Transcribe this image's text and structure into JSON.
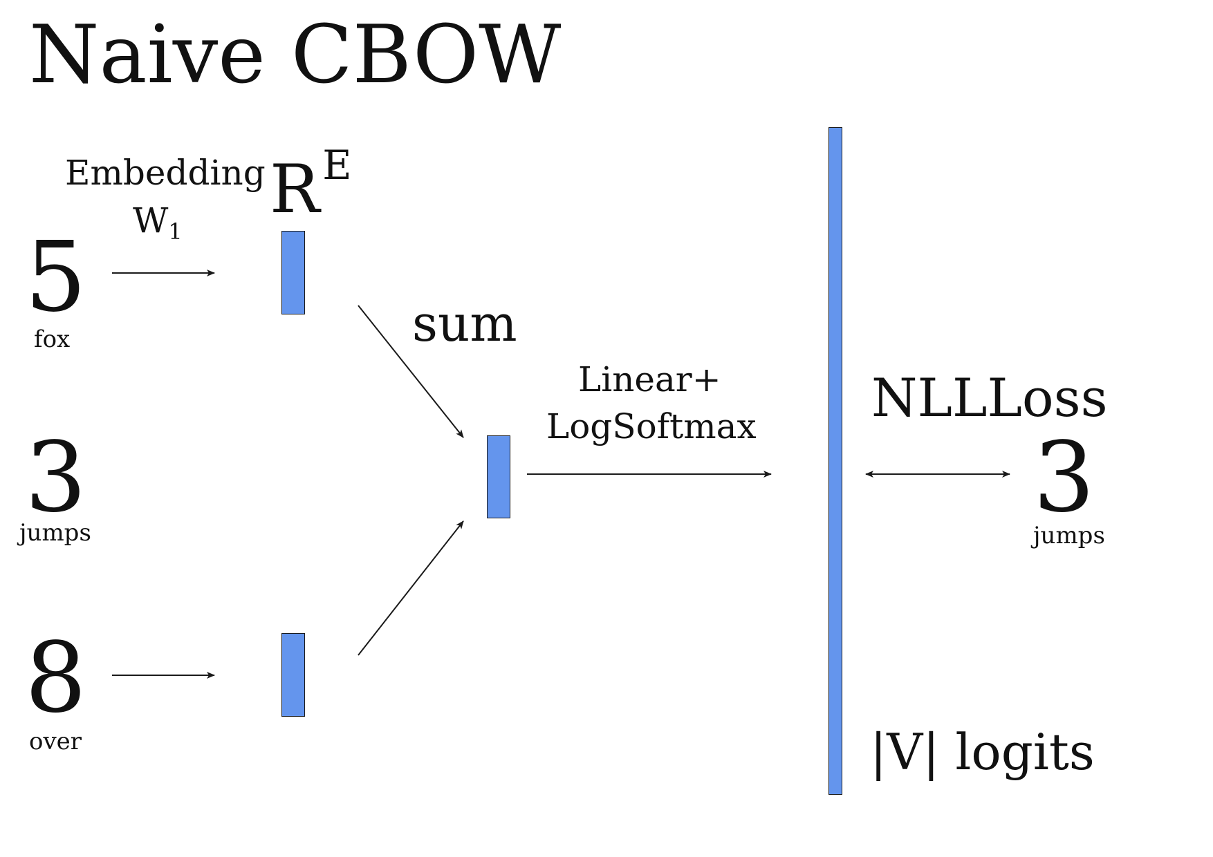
{
  "title": "Naive CBOW",
  "embedding": {
    "label": "Embedding",
    "weight_symbol": "W",
    "weight_subscript": "1",
    "space_symbol": "R",
    "space_superscript": "E"
  },
  "inputs": [
    {
      "index": "5",
      "word": "fox"
    },
    {
      "index": "3",
      "word": "jumps"
    },
    {
      "index": "8",
      "word": "over"
    }
  ],
  "sum_label": "sum",
  "linear_label": {
    "line1": "Linear+",
    "line2": "LogSoftmax"
  },
  "loss_label": "NLLLoss",
  "logits_label": "|V| logits",
  "target": {
    "index": "3",
    "word": "jumps"
  },
  "colors": {
    "vector_fill": "#6495ed",
    "stroke": "#1a1a1a"
  }
}
